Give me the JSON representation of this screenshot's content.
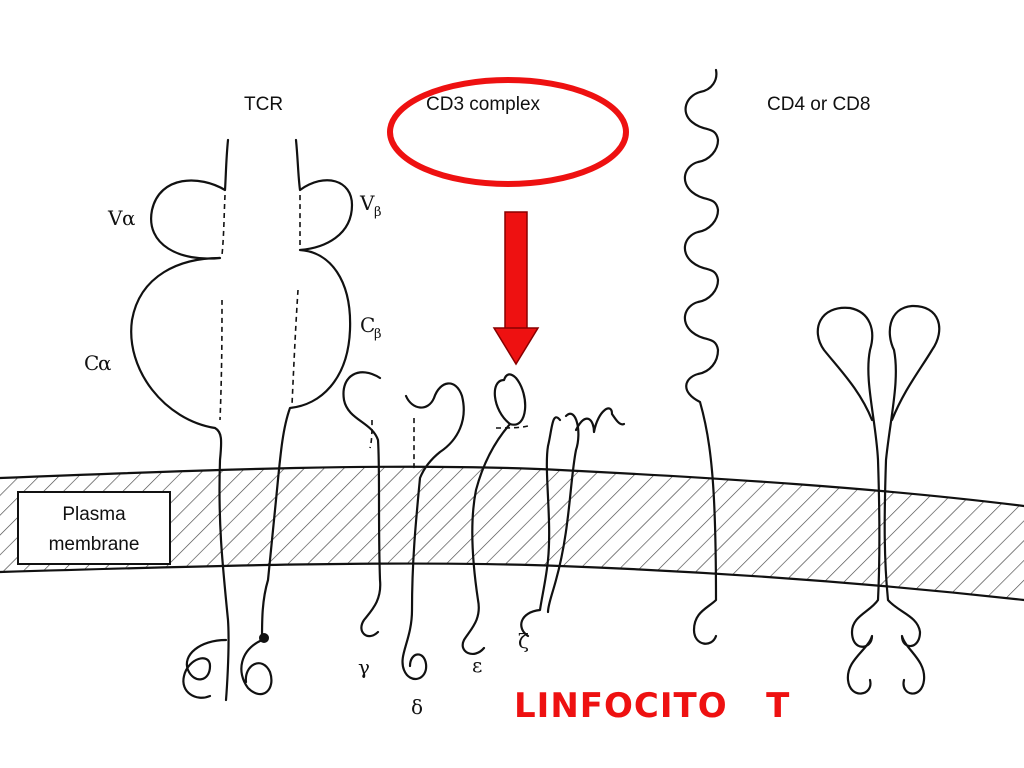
{
  "diagram": {
    "groups": {
      "tcr": "TCR",
      "cd3": "CD3 complex",
      "coreceptor": "CD4 or CD8"
    },
    "domains": {
      "v_alpha": {
        "main": "V",
        "greek": "α"
      },
      "v_beta": {
        "main": "V",
        "greek": "β"
      },
      "c_alpha": {
        "main": "C",
        "greek": "α"
      },
      "c_beta": {
        "main": "C",
        "greek": "β"
      }
    },
    "membrane": {
      "line1": "Plasma",
      "line2": "membrane"
    },
    "chains": {
      "gamma": "γ",
      "delta": "δ",
      "epsilon": "ε",
      "zeta": "ζ"
    },
    "caption": "LINFOCITO   T",
    "colors": {
      "highlight": "#ee1111",
      "ink": "#111111",
      "membrane_hatch": "#444444"
    },
    "highlight_target": "CD3 complex"
  }
}
